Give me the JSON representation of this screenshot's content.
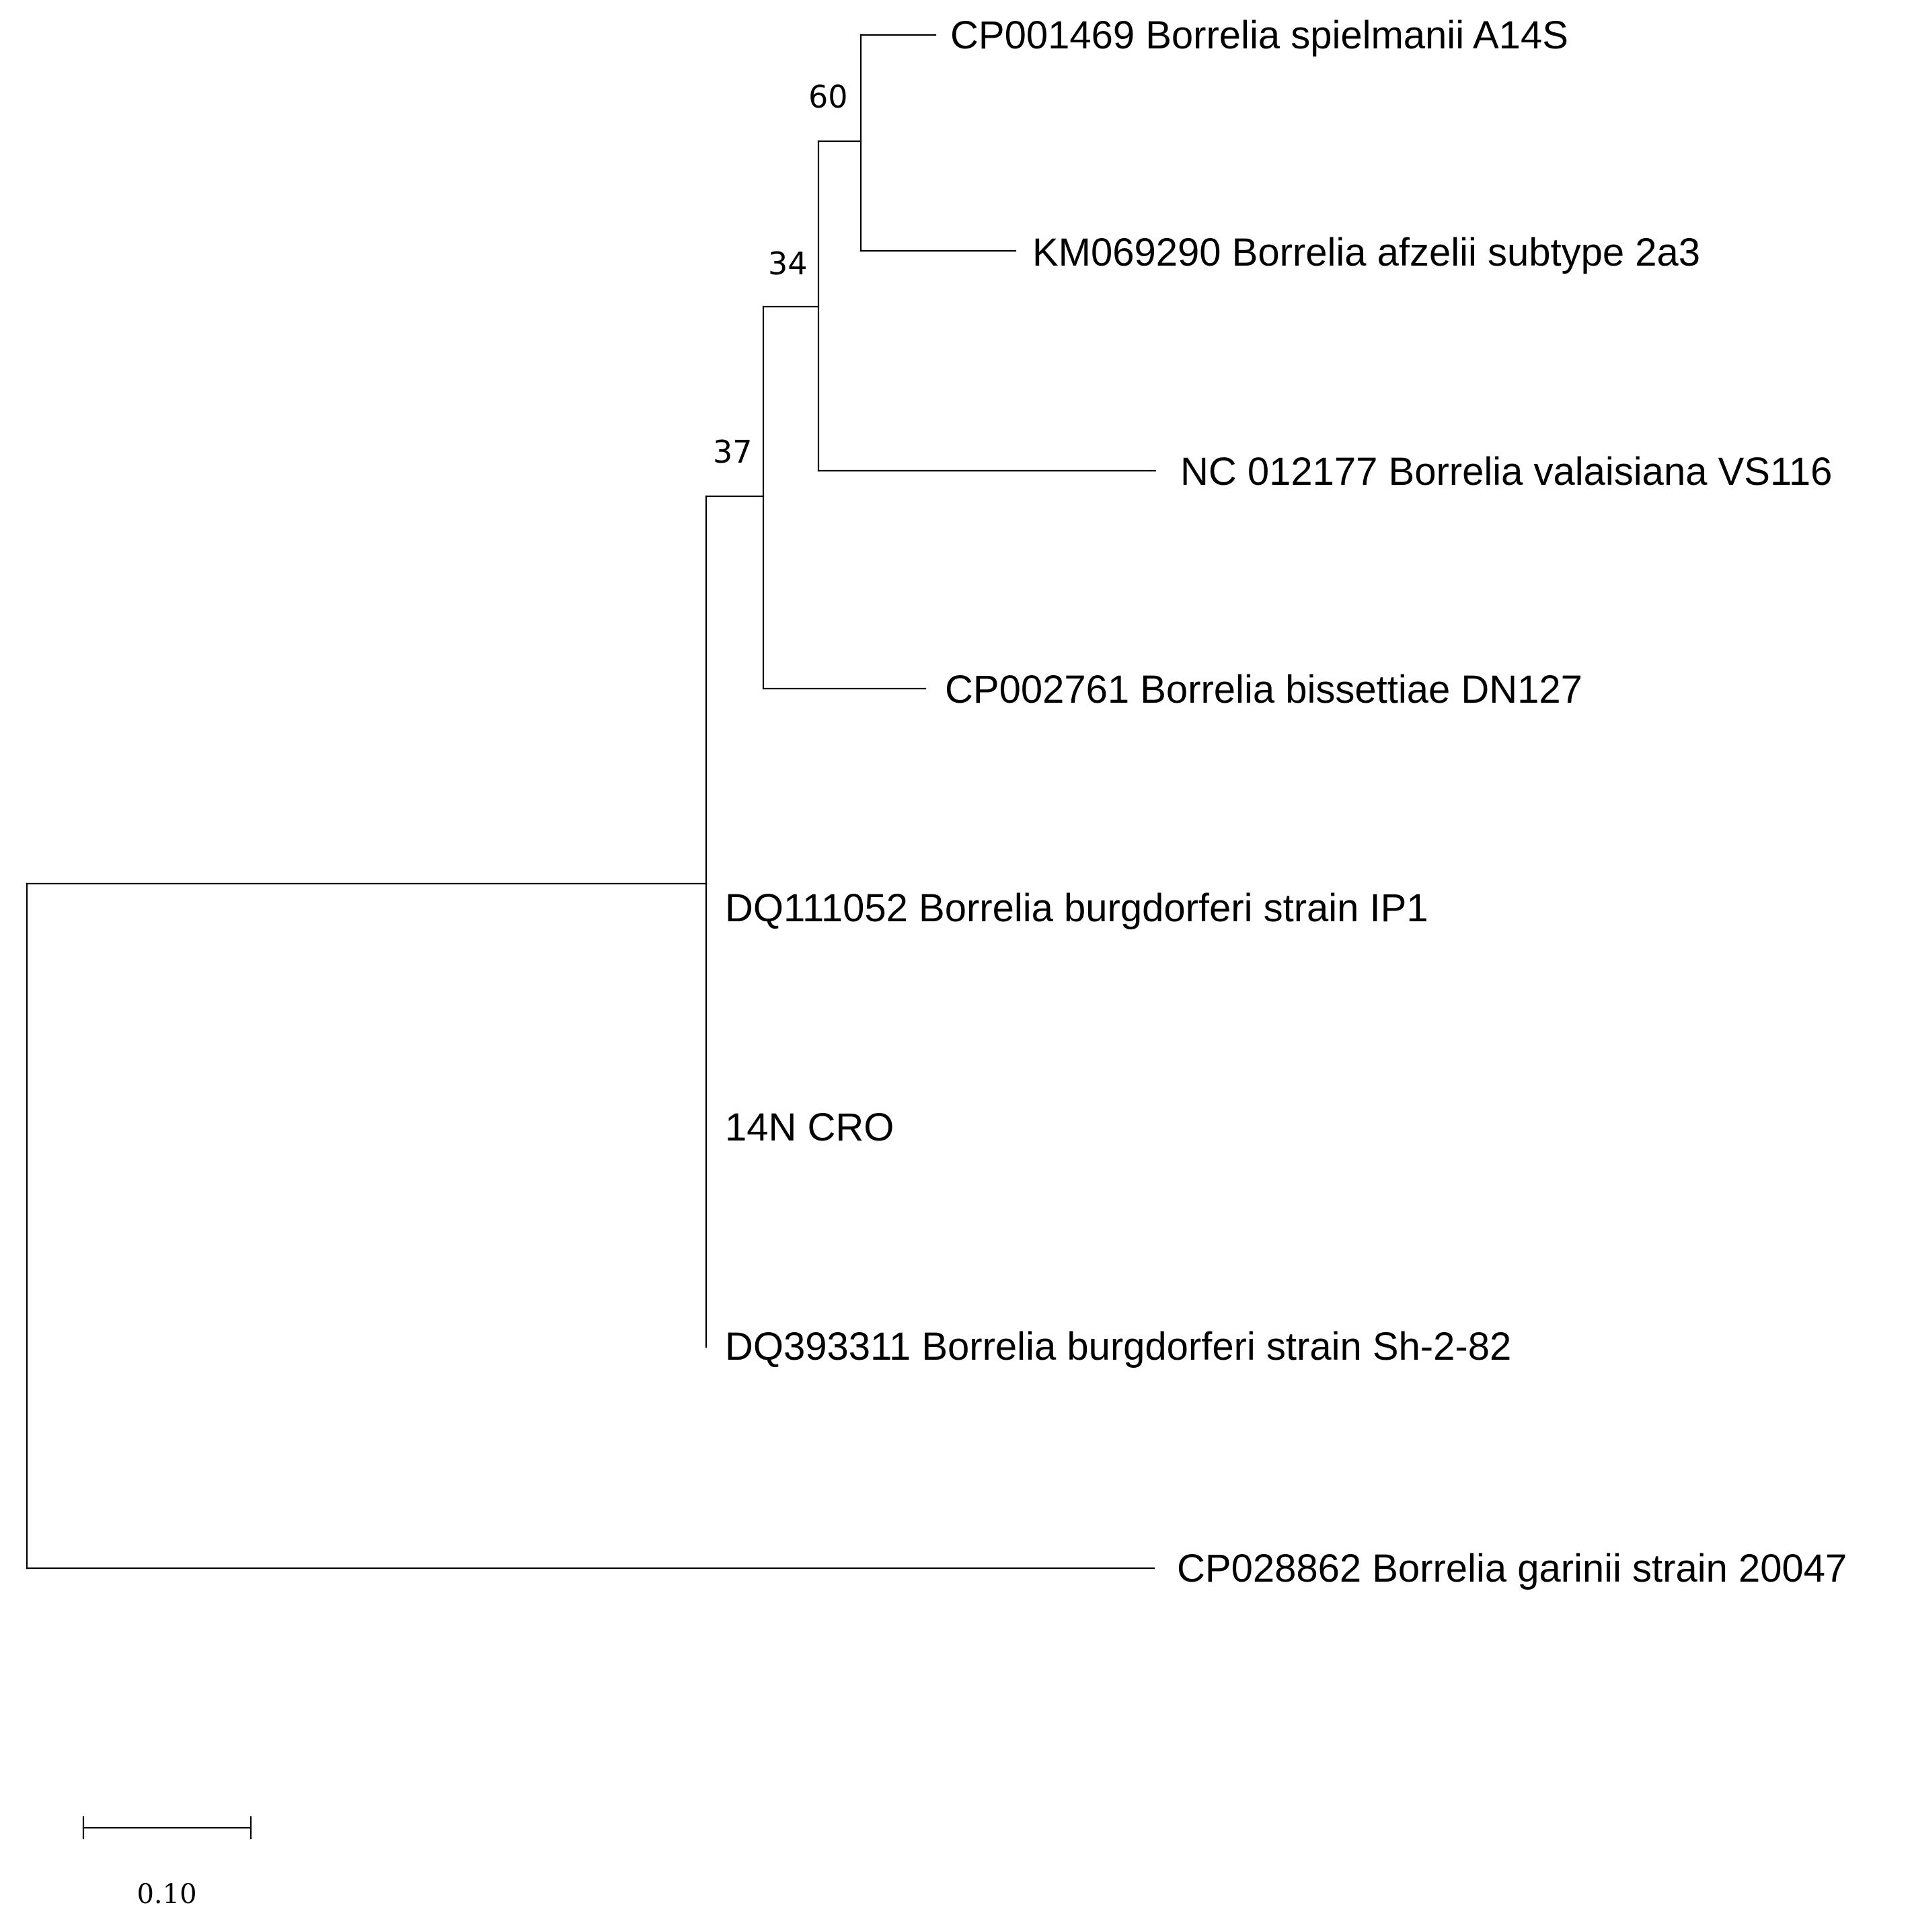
{
  "tree": {
    "leaves": [
      {
        "id": "spielmanii",
        "label": "CP001469 Borrelia spielmanii A14S"
      },
      {
        "id": "afzelii",
        "label": "KM069290 Borrelia afzelii subtype 2a3"
      },
      {
        "id": "valaisiana",
        "label": "NC 012177 Borrelia valaisiana VS116"
      },
      {
        "id": "bissettiae",
        "label": "CP002761 Borrelia bissettiae DN127"
      },
      {
        "id": "ip1",
        "label": "DQ111052 Borrelia burgdorferi strain IP1"
      },
      {
        "id": "cro",
        "label": "14N CRO"
      },
      {
        "id": "sh282",
        "label": "DQ393311 Borrelia burgdorferi strain Sh-2-82"
      },
      {
        "id": "garinii",
        "label": "CP028862 Borrelia garinii strain 20047"
      }
    ],
    "support_values": [
      "60",
      "34",
      "37"
    ],
    "scale_bar": {
      "value": 0.1,
      "label": "0.10"
    }
  }
}
